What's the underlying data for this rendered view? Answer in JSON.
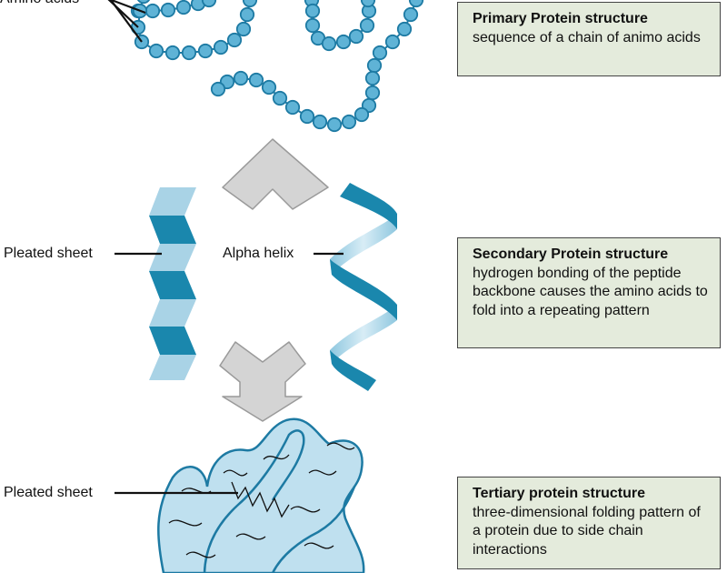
{
  "labels": {
    "amino_acids": "Amino acids",
    "pleated_sheet_top": "Pleated sheet",
    "alpha_helix": "Alpha helix",
    "pleated_sheet_bottom": "Pleated sheet"
  },
  "boxes": {
    "primary": {
      "title": "Primary Protein structure",
      "description": "sequence of a chain of animo acids"
    },
    "secondary": {
      "title": "Secondary Protein structure",
      "description": "hydrogen bonding of the peptide backbone causes the amino acids to fold into a repeating pattern"
    },
    "tertiary": {
      "title": "Tertiary protein structure",
      "description": "three-dimensional folding pattern of a protein due to side chain interactions"
    }
  },
  "colors": {
    "bead_fill": "#5fb3d6",
    "bead_stroke": "#1d7aa3",
    "dark_teal": "#1a87ad",
    "light_blue": "#a9d3e6",
    "arrow_fill": "#d4d4d4",
    "arrow_stroke": "#9a9a9a",
    "box_fill": "#e4ebdc"
  }
}
